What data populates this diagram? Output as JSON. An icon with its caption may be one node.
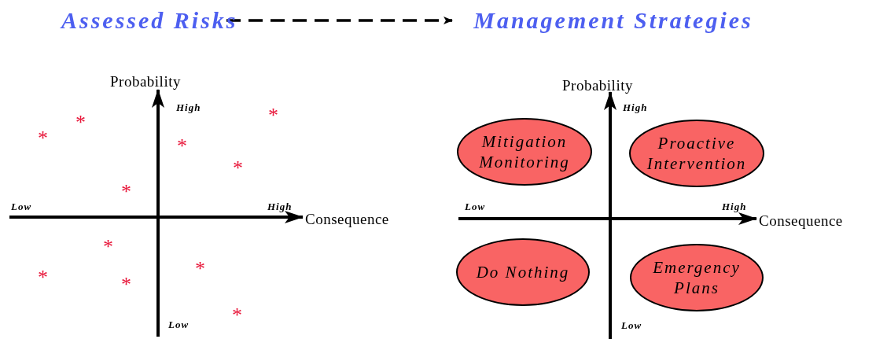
{
  "diagram": {
    "nodes": [
      {
        "text": [
          "Assessed Risks"
        ]
      },
      {
        "text": [
          "Management Strategies"
        ]
      },
      {
        "text": [
          "Mitigation Monitoring"
        ]
      },
      {
        "text": [
          "Proactive Intervention"
        ]
      },
      {
        "text": [
          "Do Nothing"
        ]
      },
      {
        "text": [
          "Emergency Plans"
        ]
      }
    ],
    "edges": [
      {
        "from": 0,
        "to": 1,
        "arrow": "to",
        "style": "dashed"
      }
    ],
    "labels": [
      "Probability",
      "High",
      "Low",
      "High",
      "Consequence",
      "Low",
      "Probability",
      "High",
      "Low",
      "High",
      "Consequence",
      "Low",
      "*",
      "*",
      "*",
      "*",
      "*",
      "*",
      "*",
      "*",
      "*",
      "*",
      "*"
    ]
  }
}
